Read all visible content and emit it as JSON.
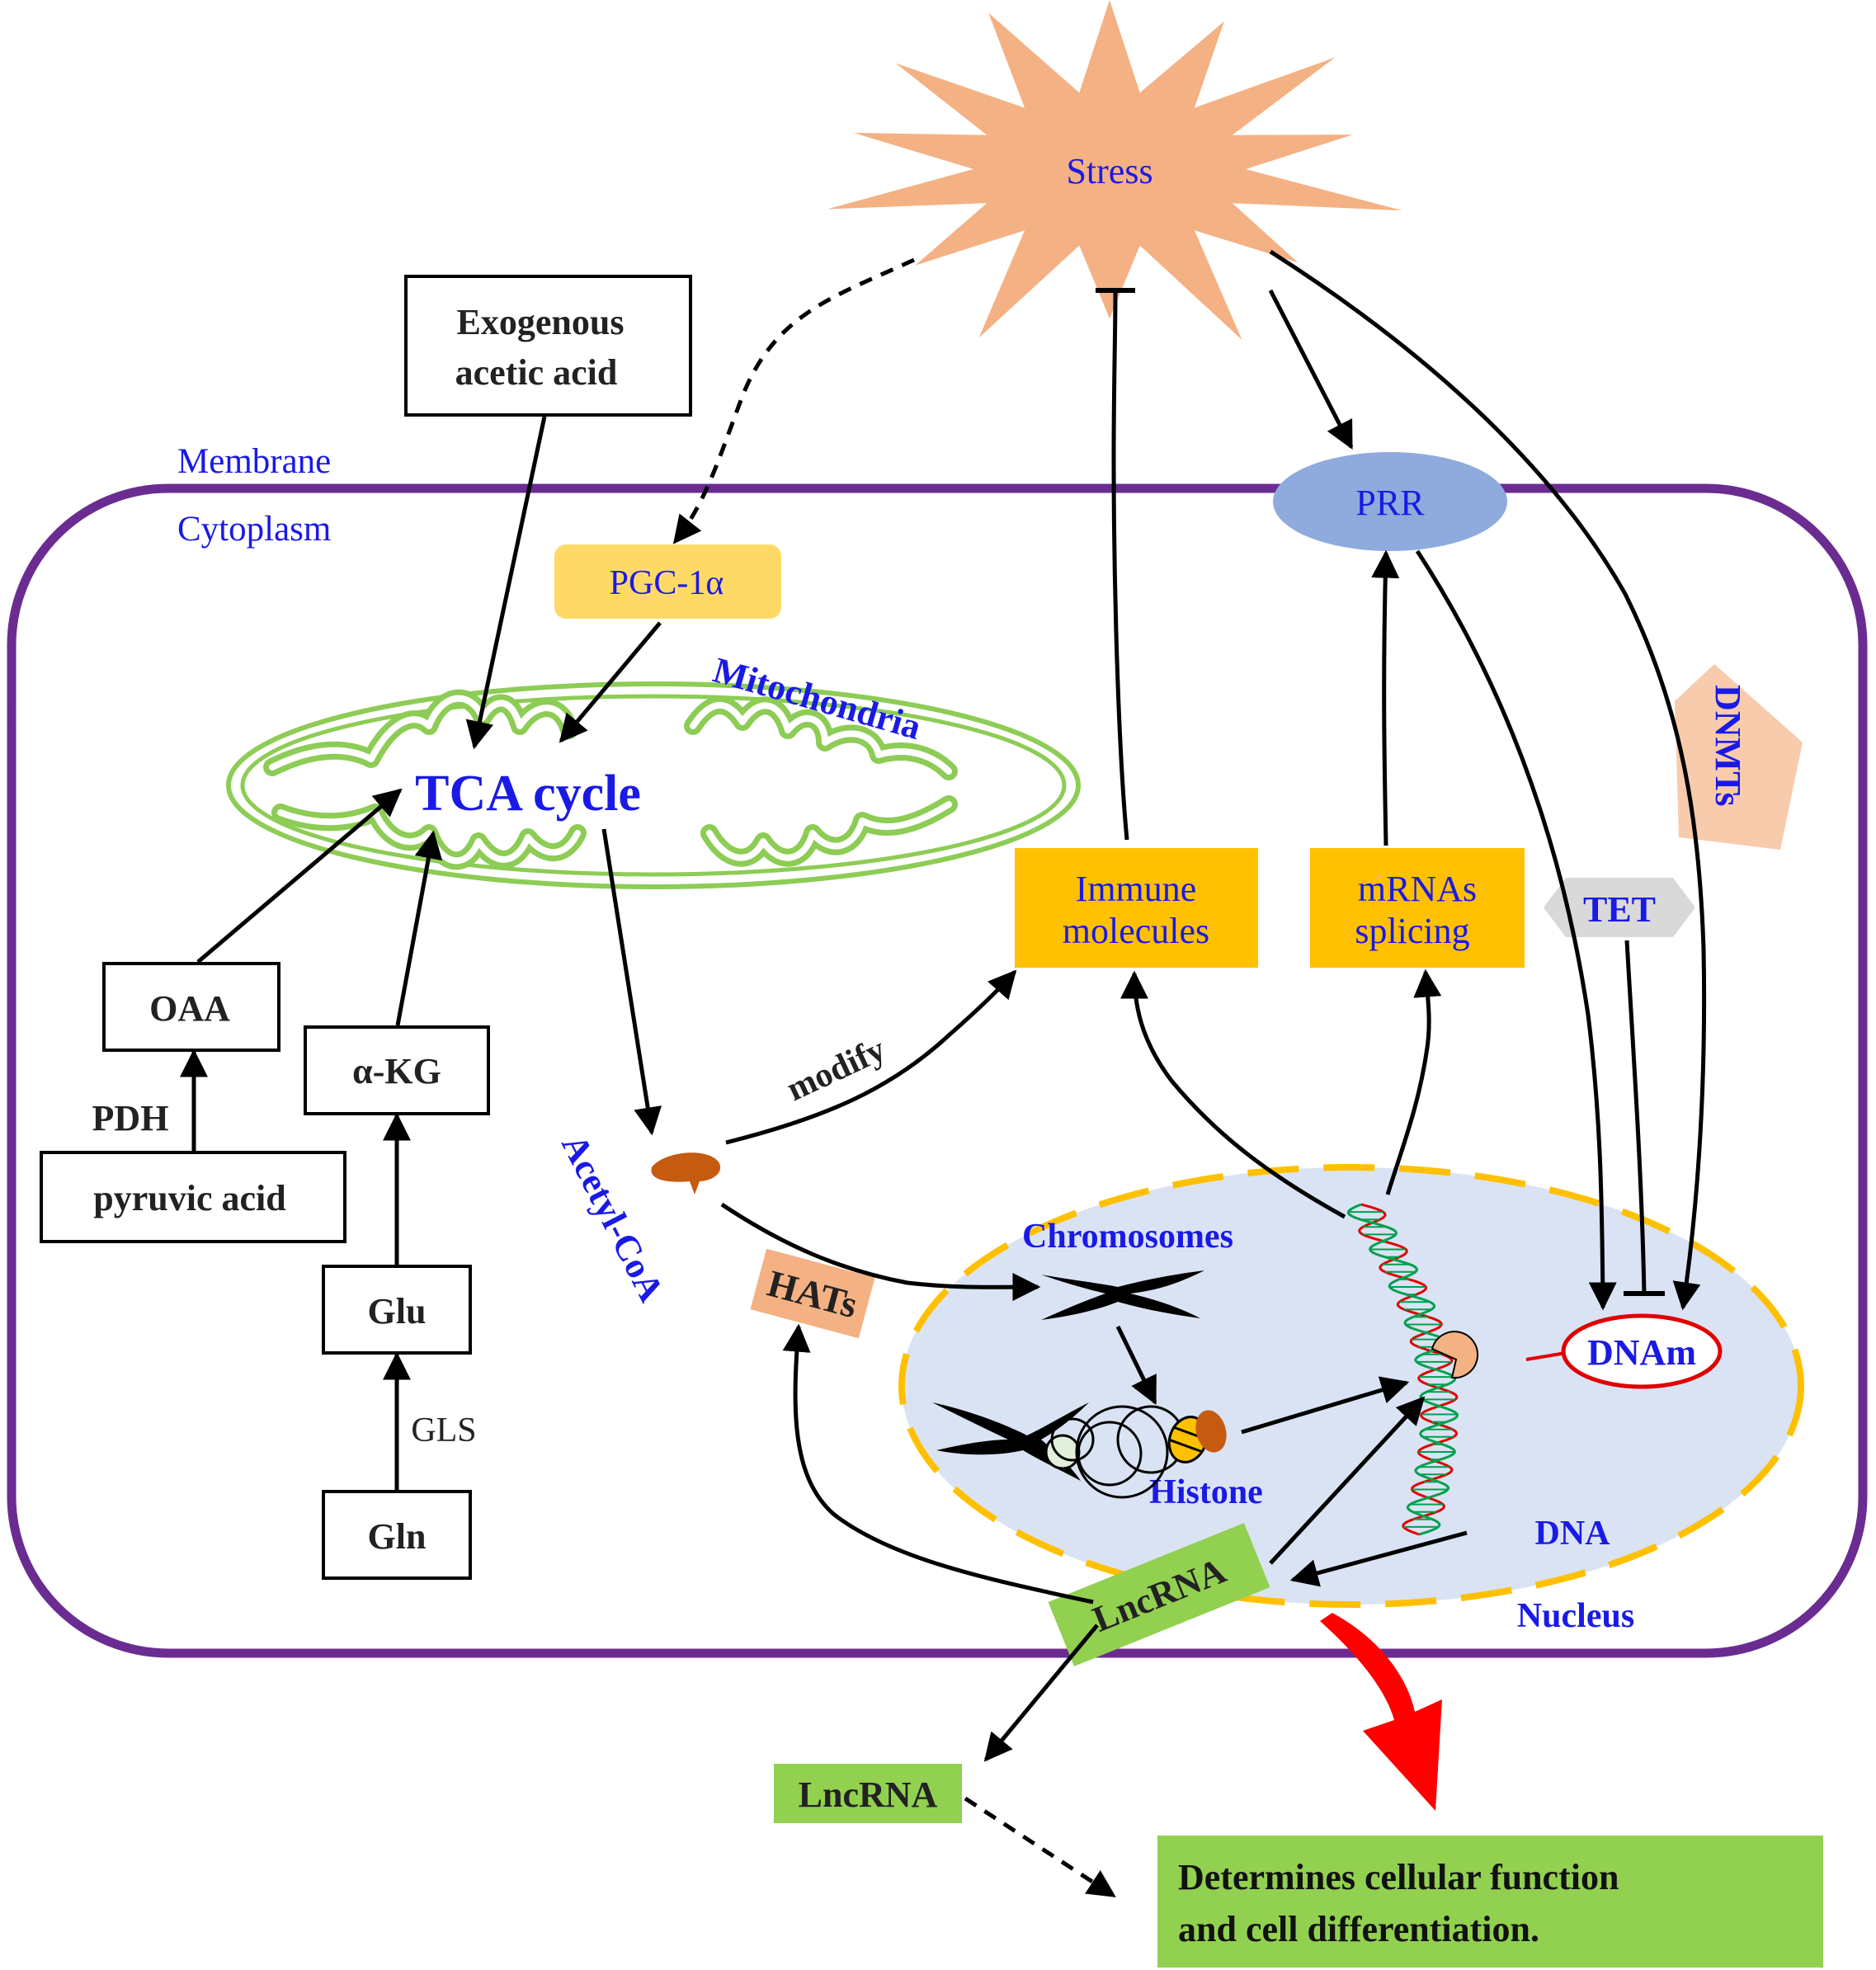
{
  "labels": {
    "stress": "Stress",
    "membrane": "Membrane",
    "cytoplasm": "Cytoplasm",
    "exogenous_line1": "Exogenous",
    "exogenous_line2": "acetic acid",
    "pgc1a": "PGC-1α",
    "mitochondria": "Mitochondria",
    "tca_cycle": "TCA cycle",
    "prr": "PRR",
    "dnmts": "DNMTs",
    "tet": "TET",
    "immune_line1": "Immune",
    "immune_line2": "molecules",
    "mrna_line1": "mRNAs",
    "mrna_line2": "splicing",
    "oaa": "OAA",
    "akg": "α-KG",
    "pdh": "PDH",
    "pyruvic_acid": "pyruvic acid",
    "glu": "Glu",
    "gls": "GLS",
    "gln": "Gln",
    "modify": "modify",
    "acetyl_coa": "Acetyl-CoA",
    "hats": "HATs",
    "chromosomes": "Chromosomes",
    "histone": "Histone",
    "dnam": "DNAm",
    "dna": "DNA",
    "nucleus": "Nucleus",
    "lncrna_nucleus": "LncRNA",
    "lncrna_out": "LncRNA",
    "outcome_line1": "Determines cellular function",
    "outcome_line2": "and cell differentiation."
  },
  "colors": {
    "cell_border": "#6a2c91",
    "stress_fill": "#f4b183",
    "mito_green": "#8dcc55",
    "pgc_fill": "#ffd966",
    "prr_fill": "#8faadc",
    "dnmts_fill": "#f8cbad",
    "tet_fill": "#d9d9d9",
    "immune_fill": "#ffc000",
    "nucleus_fill": "#dae3f3",
    "nucleus_border": "#ffc000",
    "lncrna_fill": "#92d050",
    "hats_fill": "#f4b183",
    "acetyl_fill": "#c55a11",
    "dnam_border": "#e00000",
    "big_arrow": "#ff0000",
    "label_blue": "#1a1ae6"
  }
}
